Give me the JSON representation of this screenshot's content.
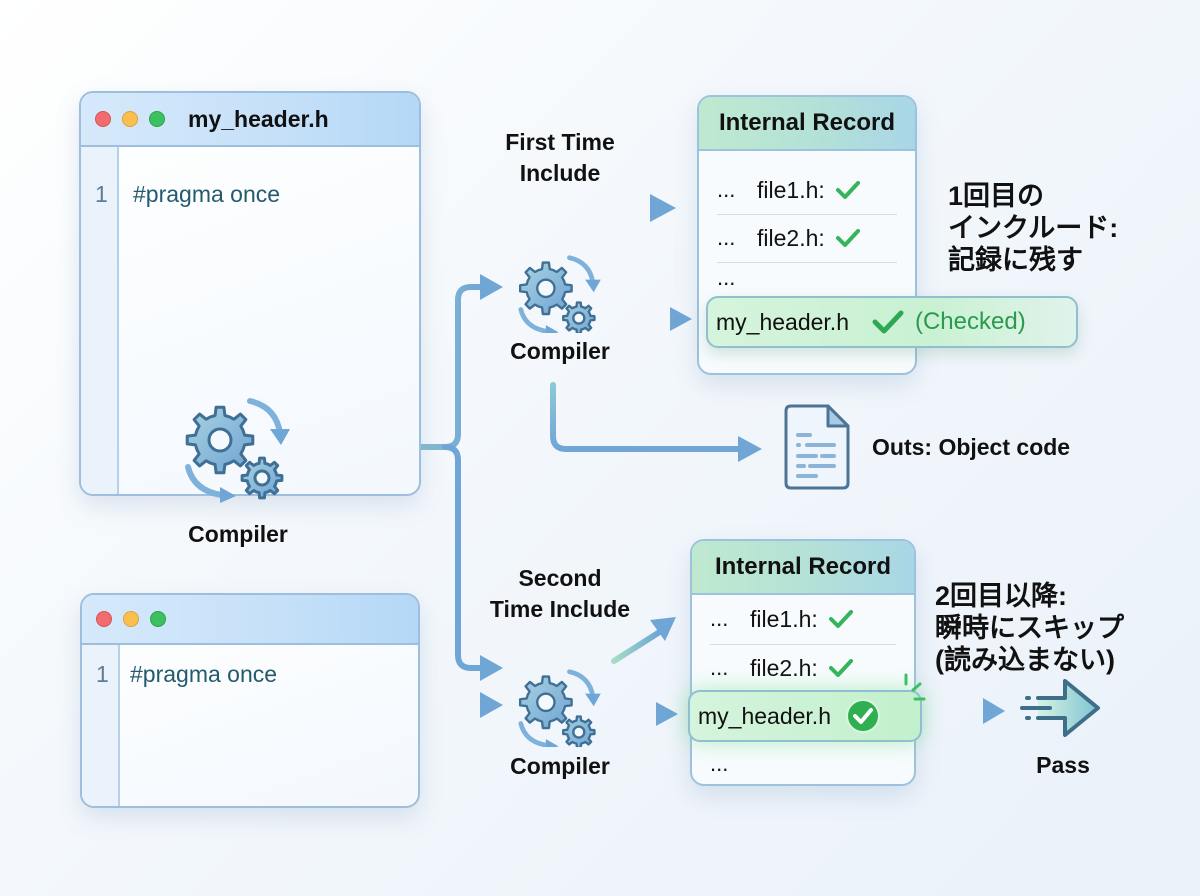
{
  "colors": {
    "accent_blue": "#6fa6d6",
    "accent_green": "#9ad8b8",
    "check_green": "#34b55a",
    "code_text": "#245a6e"
  },
  "editor_top": {
    "title": "my_header.h",
    "line_number": "1",
    "code": "#pragma once",
    "window_controls": [
      "close",
      "minimize",
      "maximize"
    ]
  },
  "editor_bottom": {
    "title": "",
    "line_number": "1",
    "code": "#pragma once",
    "window_controls": [
      "close",
      "minimize",
      "maximize"
    ]
  },
  "compilers": {
    "main": "Compiler",
    "first": "Compiler",
    "second": "Compiler"
  },
  "flows": {
    "first_include": "First Time\nInclude",
    "first_include_l1": "First Time",
    "first_include_l2": "Include",
    "second_include_l1": "Second",
    "second_include_l2": "Time Include"
  },
  "record_first": {
    "title": "Internal Record",
    "rows": [
      {
        "prefix": "...",
        "file": "file1.h:",
        "status": "check-icon"
      },
      {
        "prefix": "...",
        "file": "file2.h:",
        "status": "check-icon"
      },
      {
        "prefix": "...",
        "file": "",
        "status": ""
      }
    ],
    "highlight": {
      "file": "my_header.h",
      "status_label": "(Checked)"
    }
  },
  "record_second": {
    "title": "Internal Record",
    "rows": [
      {
        "prefix": "...",
        "file": "file1.h:",
        "status": "check-icon"
      },
      {
        "prefix": "...",
        "file": "file2.h:",
        "status": "check-icon"
      }
    ],
    "highlight": {
      "file": "my_header.h",
      "status": "check-circle-icon"
    },
    "trailing": "..."
  },
  "output": {
    "label": "Outs: Object code",
    "icon": "document-icon"
  },
  "pass": {
    "label": "Pass",
    "icon": "fast-forward-arrow-icon"
  },
  "notes": {
    "first": [
      "1回目の",
      "インクルード:",
      "記録に残す"
    ],
    "second": [
      "2回目以降:",
      "瞬時にスキップ",
      "(読み込まない)"
    ]
  }
}
